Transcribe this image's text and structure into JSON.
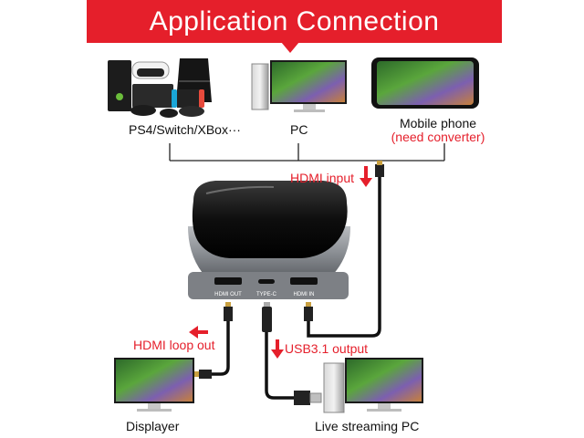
{
  "banner": {
    "title": "Application Connection"
  },
  "sources": [
    {
      "label": "PS4/Switch/XBox···"
    },
    {
      "label": "PC"
    },
    {
      "label": "Mobile phone",
      "note": "(need converter)"
    }
  ],
  "device": {
    "ports": [
      "HDMI OUT",
      "TYPE-C",
      "HDMI IN"
    ]
  },
  "connections": {
    "hdmi_input": "HDMI input",
    "hdmi_loop_out": "HDMI loop out",
    "usb_output": "USB3.1 output"
  },
  "outputs": {
    "displayer": "Displayer",
    "live_pc": "Live streaming PC"
  },
  "colors": {
    "accent": "#e51f2b"
  }
}
